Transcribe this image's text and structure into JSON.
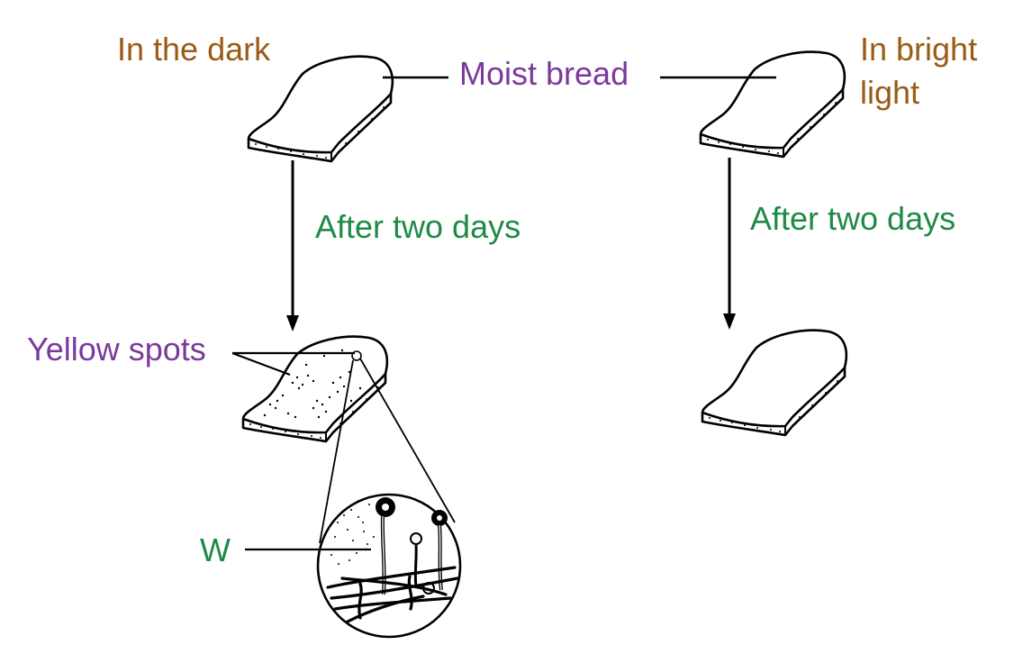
{
  "labels": {
    "dark": "In the dark",
    "bright_line1": "In bright",
    "bright_line2": "light",
    "moist_bread": "Moist bread",
    "after_left": "After two days",
    "after_right": "After two days",
    "yellow_spots": "Yellow spots",
    "w": "W"
  },
  "colors": {
    "condition_label": "#9a5b16",
    "structure_label": "#7a3a9a",
    "step_label": "#1e8a46",
    "line_art": "#000000"
  }
}
